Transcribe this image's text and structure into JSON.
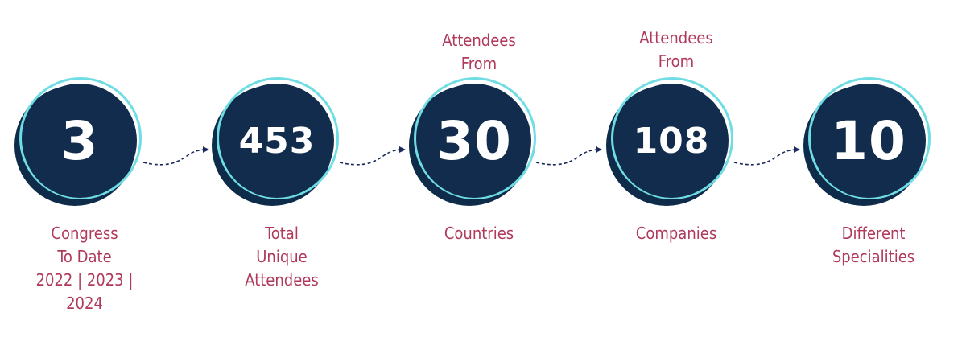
{
  "stats": [
    {
      "value": "3",
      "above": "",
      "below": "Congress\nTo Date\n2022 | 2023 |\n2024"
    },
    {
      "value": "453",
      "above": "",
      "below": "Total\nUnique\nAttendees"
    },
    {
      "value": "30",
      "above": "Attendees\nFrom",
      "below": "Countries"
    },
    {
      "value": "108",
      "above": "Attendees\nFrom",
      "below": "Companies"
    },
    {
      "value": "10",
      "above": "",
      "below": "Different\nSpecialities"
    }
  ],
  "colors": {
    "circle": "#112c4c",
    "ring": "#6fdde3",
    "label": "#b03a5b",
    "arrow": "#1b2a5c"
  },
  "icons": {
    "connector": "dotted-curved-arrow-icon"
  }
}
